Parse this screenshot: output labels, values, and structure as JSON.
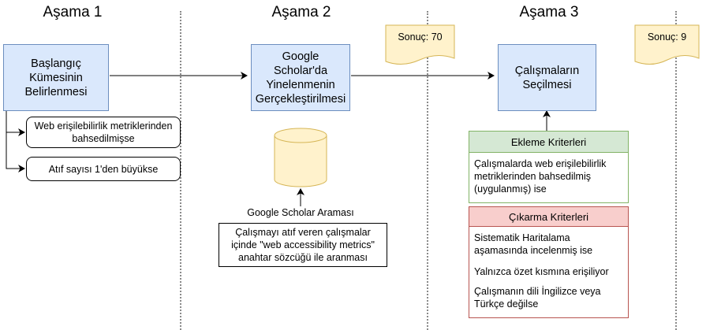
{
  "stages": {
    "stage1": "Aşama 1",
    "stage2": "Aşama 2",
    "stage3": "Aşama 3"
  },
  "results": {
    "result1": "Sonuç: 70",
    "result2": "Sonuç: 9"
  },
  "nodes": {
    "initial_set": "Başlangıç Kümesinin Belirlenmesi",
    "scholar_repeat": "Google Scholar'da Yinelenmenin Gerçekleştirilmesi",
    "selection": "Çalışmaların Seçilmesi"
  },
  "initial_conditions": [
    "Web erişilebilirlik metriklerinden bahsedilmişse",
    "Atıf sayısı 1'den büyükse"
  ],
  "search": {
    "label": "Google Scholar Araması",
    "description": "Çalışmayı atıf veren çalışmalar içinde \"web accessibility metrics\" anahtar sözcüğü ile aranması"
  },
  "inclusion": {
    "title": "Ekleme Kriterleri",
    "items": [
      "Çalışmalarda web erişilebilirlik metriklerinden bahsedilmiş (uygulanmış) ise"
    ]
  },
  "exclusion": {
    "title": "Çıkarma Kriterleri",
    "items": [
      "Sistematik Haritalama aşamasında incelenmiş ise",
      "Yalnızca özet kısmına erişiliyor",
      "Çalışmanın dili İngilizce veya Türkçe değilse"
    ]
  }
}
